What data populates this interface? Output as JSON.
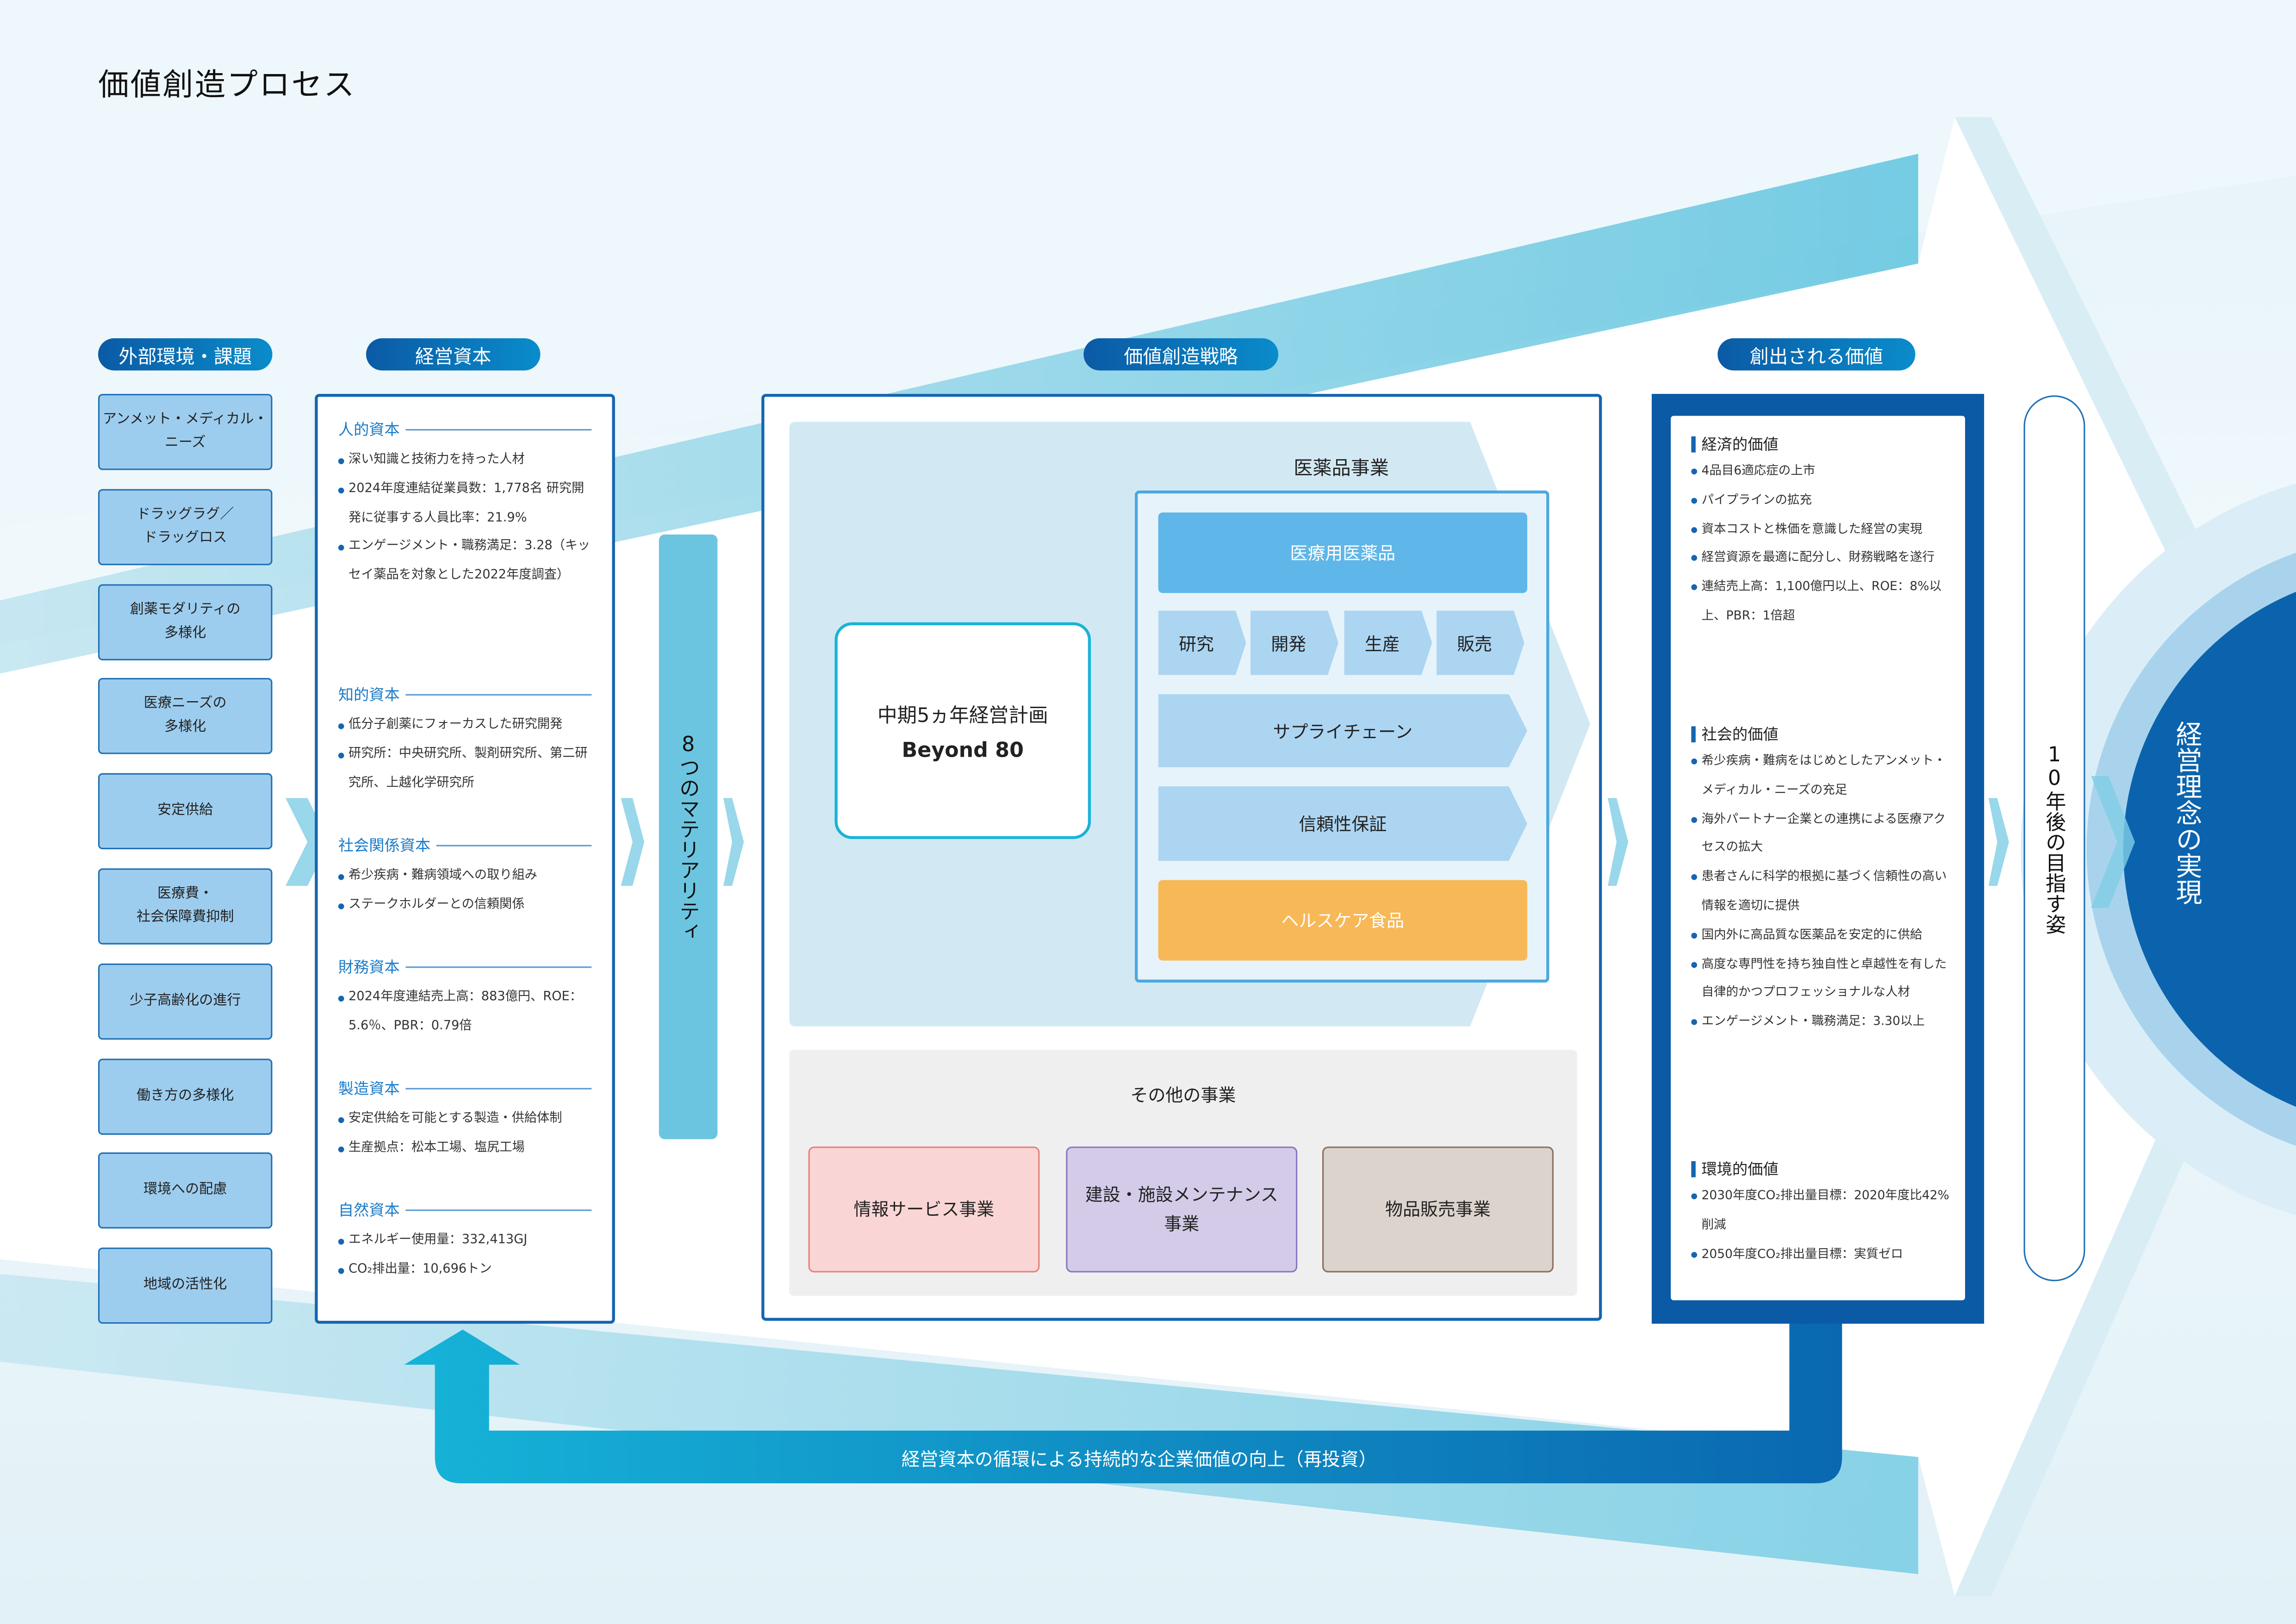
{
  "title": "価値創造プロセス",
  "headers": {
    "external": "外部環境・課題",
    "capital": "経営資本",
    "strategy": "価値創造戦略",
    "value": "創出される価値"
  },
  "external_items": [
    "アンメット・メディカル・\nニーズ",
    "ドラッグラグ／\nドラッグロス",
    "創薬モダリティの\n多様化",
    "医療ニーズの\n多様化",
    "安定供給",
    "医療費・\n社会保障費抑制",
    "少子高齢化の進行",
    "働き方の多様化",
    "環境への配慮",
    "地域の活性化"
  ],
  "capital_sections": [
    {
      "heading": "人的資本",
      "items": [
        "深い知識と技術力を持った人材",
        "2024年度連結従業員数：1,778名 研究開発に従事する人員比率：21.9%",
        "エンゲージメント・職務満足：3.28（キッセイ薬品を対象とした2022年度調査）"
      ]
    },
    {
      "heading": "知的資本",
      "items": [
        "低分子創薬にフォーカスした研究開発",
        "研究所：中央研究所、製剤研究所、第二研究所、上越化学研究所"
      ]
    },
    {
      "heading": "社会関係資本",
      "items": [
        "希少疾病・難病領域への取り組み",
        "ステークホルダーとの信頼関係"
      ]
    },
    {
      "heading": "財務資本",
      "items": [
        "2024年度連結売上高：883億円、ROE：5.6％、PBR：0.79倍"
      ]
    },
    {
      "heading": "製造資本",
      "items": [
        "安定供給を可能とする製造・供給体制",
        "生産拠点：松本工場、塩尻工場"
      ]
    },
    {
      "heading": "自然資本",
      "items": [
        "エネルギー使用量：332,413GJ",
        "CO₂排出量：10,696トン"
      ]
    }
  ],
  "materiality": "8つのマテリアリティ",
  "plan": {
    "title": "中期5ヵ年経営計画",
    "name": "Beyond 80"
  },
  "pharma": {
    "title": "医薬品事業",
    "ethical": "医療用医薬品",
    "chain": [
      "研究",
      "開発",
      "生産",
      "販売"
    ],
    "supply_chain": "サプライチェーン",
    "quality": "信頼性保証",
    "healthcare_food": "ヘルスケア食品"
  },
  "other_business": {
    "title": "その他の事業",
    "items": [
      "情報サービス事業",
      "建設・施設メンテナンス\n事業",
      "物品販売事業"
    ]
  },
  "value_sections": [
    {
      "heading": "経済的価値",
      "items": [
        "4品目6適応症の上市",
        "パイプラインの拡充",
        "資本コストと株価を意識した経営の実現",
        "経営資源を最適に配分し、財務戦略を遂行",
        "連結売上高：1,100億円以上、ROE：8%以上、PBR：1倍超"
      ]
    },
    {
      "heading": "社会的価値",
      "items": [
        "希少疾病・難病をはじめとしたアンメット・メディカル・ニーズの充足",
        "海外パートナー企業との連携による医療アクセスの拡大",
        "患者さんに科学的根拠に基づく信頼性の高い情報を適切に提供",
        "国内外に高品質な医薬品を安定的に供給",
        "高度な専門性を持ち独自性と卓越性を有した自律的かつプロフェッショナルな人材",
        "エンゲージメント・職務満足：3.30以上"
      ]
    },
    {
      "heading": "環境的価値",
      "items": [
        "2030年度CO₂排出量目標：2020年度比42%削減",
        "2050年度CO₂排出量目標：実質ゼロ"
      ]
    }
  ],
  "goal": "10年後の目指す姿",
  "philosophy": "経営理念の実現",
  "loop": "経営資本の循環による持続的な企業価値の向上（再投資）",
  "colors": {
    "navy": "#0b5aa5",
    "cyan": "#16b3d8",
    "env_box": "#9dcdee",
    "orange": "#f7b858",
    "materiality": "#6cc5e0"
  }
}
